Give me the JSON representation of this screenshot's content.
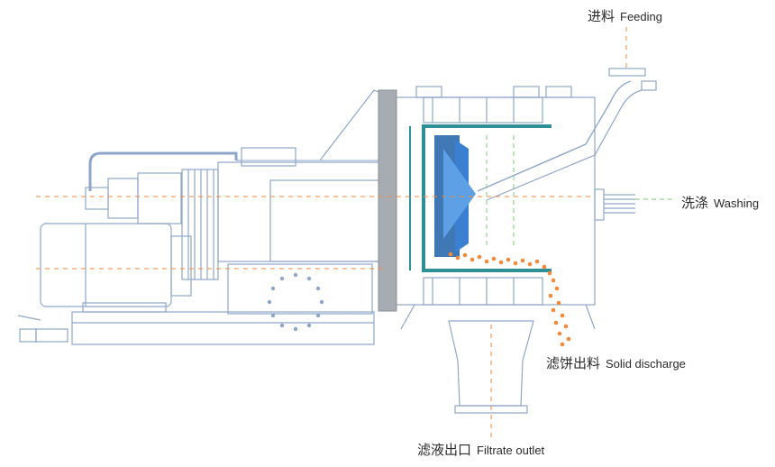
{
  "labels": {
    "feeding": {
      "zh": "进料",
      "en": "Feeding"
    },
    "washing": {
      "zh": "洗涤",
      "en": "Washing"
    },
    "solid_discharge": {
      "zh": "滤饼出料",
      "en": "Solid discharge"
    },
    "filtrate_outlet": {
      "zh": "滤液出口",
      "en": "Filtrate outlet"
    }
  },
  "colors": {
    "outline": "#8fa6c9",
    "frame": "#9aa0a6",
    "basket": "#2f8f96",
    "hub": "#1f5fa8",
    "flow": "#f08a3c",
    "wash": "#7cc97a"
  }
}
